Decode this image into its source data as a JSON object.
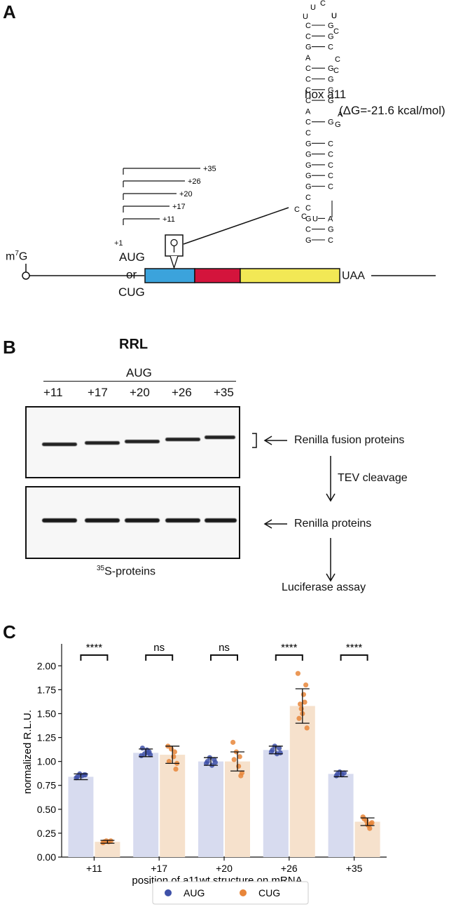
{
  "panel_a": {
    "letter": "A",
    "rna_name": "hox a11",
    "delta_g": "(ΔG=-21.6 kcal/mol)",
    "cap_base": "m",
    "cap_sup": "7",
    "cap_g": "G",
    "plus1": "+1",
    "start_aug": "AUG",
    "start_or": "or",
    "start_cug": "CUG",
    "stop": "UAA",
    "positions": [
      "+35",
      "+26",
      "+20",
      "+17",
      "+11"
    ],
    "stem_rows": [
      [
        "C",
        "G"
      ],
      [
        "C",
        "G"
      ],
      [
        "G",
        "C"
      ],
      [
        "A",
        ""
      ],
      [
        "C",
        "G"
      ],
      [
        "C",
        "G"
      ],
      [
        "C",
        "G"
      ],
      [
        "C",
        "G"
      ],
      [
        "A",
        ""
      ],
      [
        "C",
        "G"
      ],
      [
        "C",
        ""
      ],
      [
        "G",
        "C"
      ],
      [
        "G",
        "C"
      ],
      [
        "G",
        "C"
      ],
      [
        "G",
        "C"
      ],
      [
        "G",
        "C"
      ],
      [
        "C",
        ""
      ],
      [
        "C",
        ""
      ],
      [
        "G",
        "U",
        "A"
      ],
      [
        "C",
        "G"
      ],
      [
        "G",
        "C"
      ]
    ],
    "loop": [
      "U",
      "U",
      "C",
      "U"
    ],
    "bulges": [
      "C",
      "C",
      "A",
      "G",
      "C",
      "C",
      "G"
    ],
    "colors": {
      "blue": "#3ba3dc",
      "red": "#d4143c",
      "yellow": "#f2e855"
    }
  },
  "panel_b": {
    "letter": "B",
    "title": "RRL",
    "group_label": "AUG",
    "lanes": [
      "+11",
      "+17",
      "+20",
      "+26",
      "+35"
    ],
    "label_fusion": "Renilla fusion proteins",
    "label_cleavage": "TEV cleavage",
    "label_proteins": "Renilla proteins",
    "label_assay": "Luciferase assay",
    "footer_sup": "35",
    "footer_text": "S-proteins"
  },
  "chart_data": {
    "letter": "C",
    "type": "bar",
    "categories": [
      "+11",
      "+17",
      "+20",
      "+26",
      "+35"
    ],
    "series": [
      {
        "name": "AUG",
        "color": "#3f51a8",
        "bar_color": "#d7dbef",
        "values": [
          0.84,
          1.09,
          1.0,
          1.12,
          0.87
        ],
        "errors": [
          0.03,
          0.04,
          0.04,
          0.04,
          0.03
        ],
        "points": [
          [
            0.83,
            0.86,
            0.85,
            0.87,
            0.84,
            0.86
          ],
          [
            1.06,
            1.1,
            1.12,
            1.08,
            1.14,
            1.07,
            1.09
          ],
          [
            0.98,
            1.02,
            0.96,
            1.04,
            1.0,
            0.99
          ],
          [
            1.1,
            1.14,
            1.08,
            1.16,
            1.12,
            1.09
          ],
          [
            0.85,
            0.88,
            0.86,
            0.89,
            0.87
          ]
        ]
      },
      {
        "name": "CUG",
        "color": "#e8863a",
        "bar_color": "#f6e1cc",
        "values": [
          0.16,
          1.07,
          1.0,
          1.58,
          0.37
        ],
        "errors": [
          0.015,
          0.09,
          0.1,
          0.18,
          0.04
        ],
        "points": [
          [
            0.15,
            0.17,
            0.16,
            0.17,
            0.16
          ],
          [
            1.16,
            0.92,
            1.05,
            1.13,
            1.0,
            0.98,
            1.1
          ],
          [
            1.2,
            0.85,
            0.95,
            1.1,
            1.02,
            0.88,
            1.05
          ],
          [
            1.92,
            1.8,
            1.7,
            1.55,
            1.45,
            1.35,
            1.62,
            1.5,
            1.6
          ],
          [
            0.42,
            0.35,
            0.33,
            0.38,
            0.4,
            0.36,
            0.3,
            0.34
          ]
        ]
      }
    ],
    "significance": [
      "****",
      "ns",
      "ns",
      "****",
      "****"
    ],
    "ylabel": "normalized R.L.U.",
    "xlabel": "position of a11wt structure on mRNA",
    "yticks": [
      "0.00",
      "0.25",
      "0.50",
      "0.75",
      "1.00",
      "1.25",
      "1.50",
      "1.75",
      "2.00"
    ],
    "ylim": [
      0,
      2.2
    ],
    "legend_position": "bottom"
  }
}
